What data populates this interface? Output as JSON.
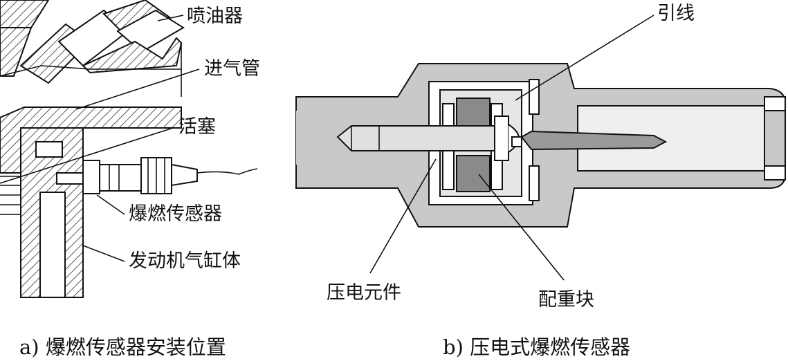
{
  "left_diagram": {
    "labels": {
      "injector": "喷油器",
      "intake_pipe": "进气管",
      "piston": "活塞",
      "knock_sensor": "爆燃传感器",
      "cylinder_block": "发动机气缸体"
    },
    "caption": "a) 爆燃传感器安装位置"
  },
  "right_diagram": {
    "labels": {
      "lead_wire": "引线",
      "piezo_element": "压电元件",
      "counterweight": "配重块"
    },
    "caption": "b) 压电式爆燃传感器"
  },
  "colors": {
    "line": "#111111",
    "housing_fill": "#c9c9c9",
    "dark_fill": "#8a8a8a",
    "light_fill": "#efefef"
  }
}
